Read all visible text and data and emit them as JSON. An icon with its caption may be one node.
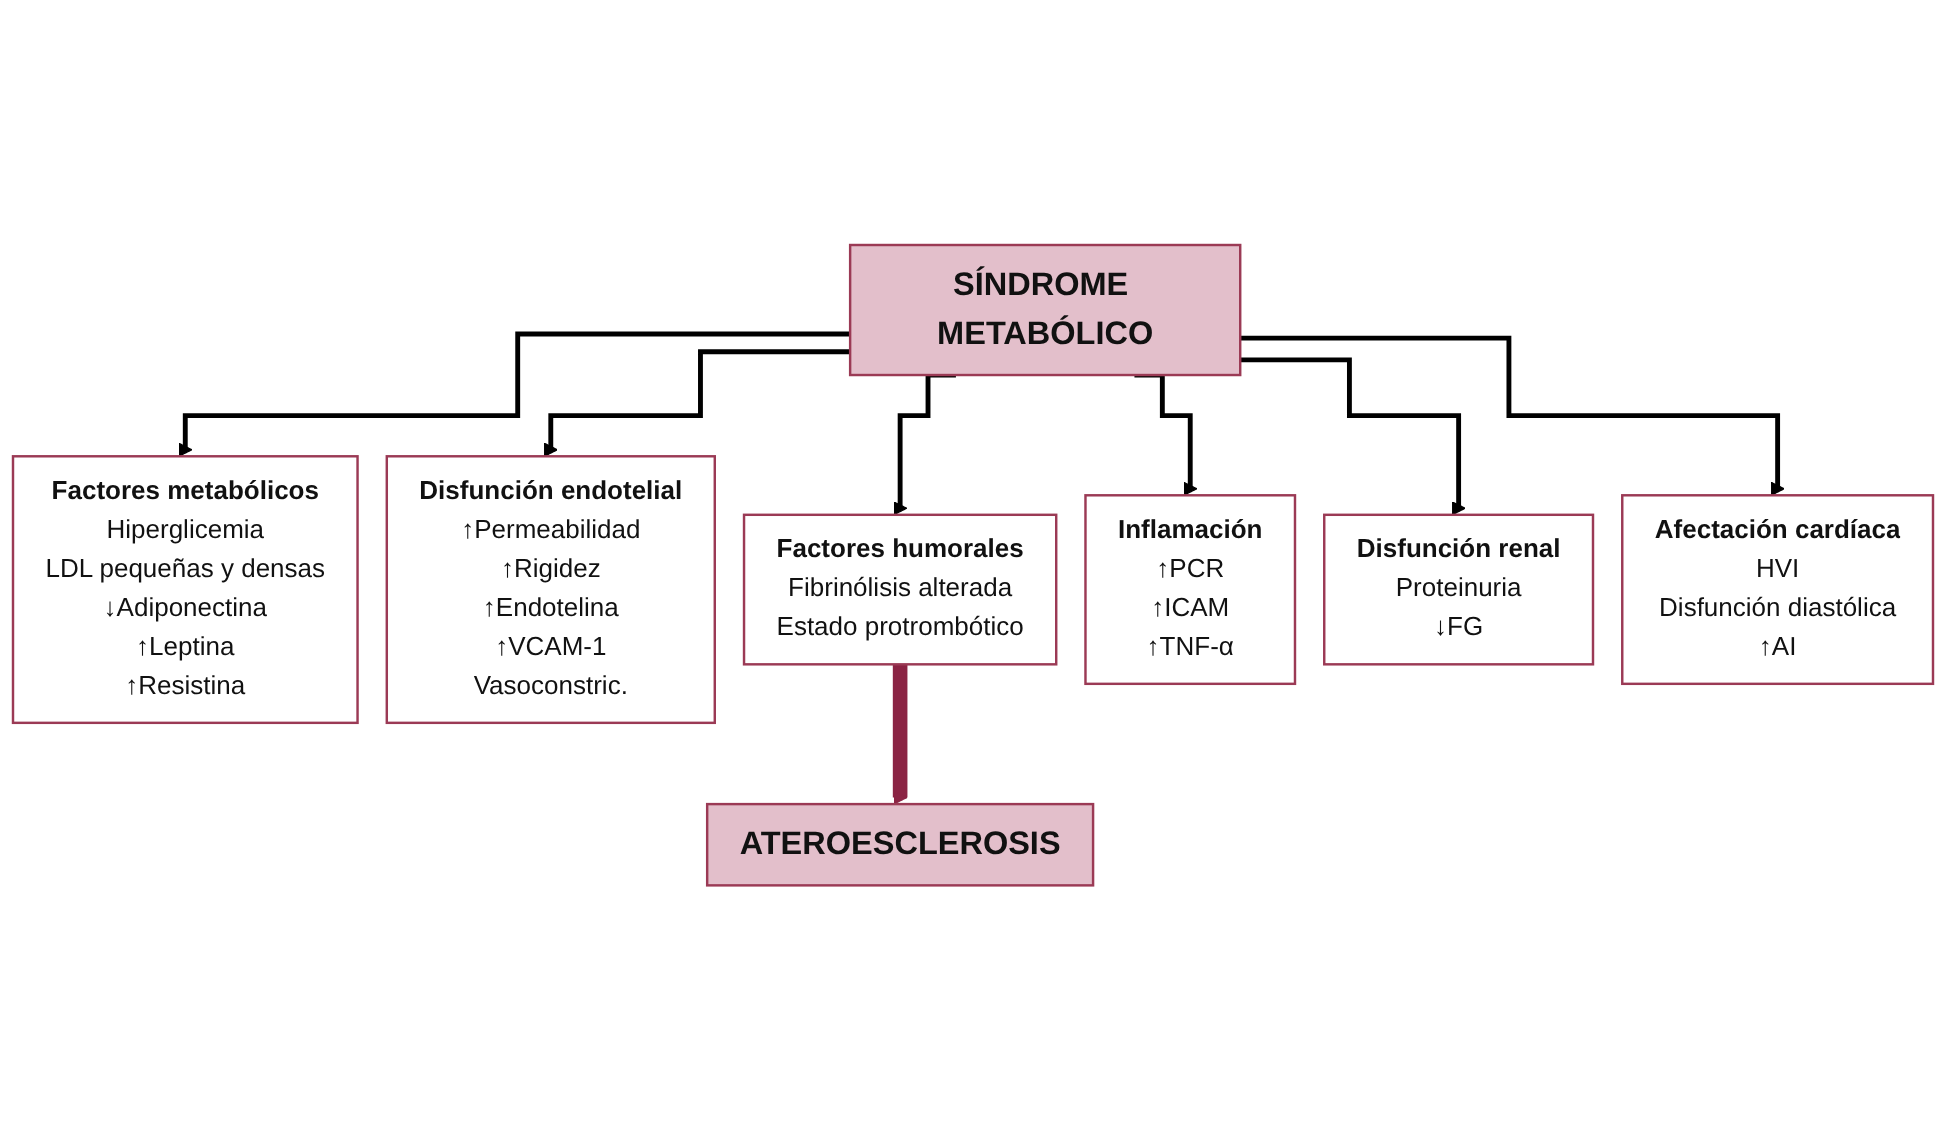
{
  "diagram": {
    "nodes": [
      {
        "text": [
          "SÍNDROME METABÓLICO"
        ]
      },
      {
        "text": [
          "Factores metabólicos",
          "Hiperglicemia",
          "LDL pequeñas y densas",
          "↓Adiponectina",
          "↑Leptina",
          "↑Resistina"
        ]
      },
      {
        "text": [
          "Disfunción endotelial",
          "↑Permeabilidad",
          "↑Rigidez",
          "↑Endotelina",
          "↑VCAM-1",
          "Vasoconstric."
        ]
      },
      {
        "text": [
          "Factores humorales",
          "Fibrinólisis alterada",
          "Estado protrombótico"
        ]
      },
      {
        "text": [
          "Inflamación",
          "↑PCR",
          "↑ICAM",
          "↑TNF-α"
        ]
      },
      {
        "text": [
          "Disfunción renal",
          "Proteinuria",
          "↓FG"
        ]
      },
      {
        "text": [
          "Afectación cardíaca",
          "HVI",
          "Disfunción diastólica",
          "↑AI"
        ]
      },
      {
        "text": [
          "ATEROESCLEROSIS"
        ]
      }
    ],
    "edges": [
      {
        "from": 0,
        "to": 1,
        "arrow": "to"
      },
      {
        "from": 0,
        "to": 2,
        "arrow": "to"
      },
      {
        "from": 0,
        "to": 3,
        "arrow": "to"
      },
      {
        "from": 0,
        "to": 4,
        "arrow": "to"
      },
      {
        "from": 0,
        "to": 5,
        "arrow": "to"
      },
      {
        "from": 0,
        "to": 6,
        "arrow": "to"
      },
      {
        "from": 3,
        "to": 7,
        "arrow": "to",
        "style": "thick",
        "color": "#8b2444"
      }
    ]
  }
}
